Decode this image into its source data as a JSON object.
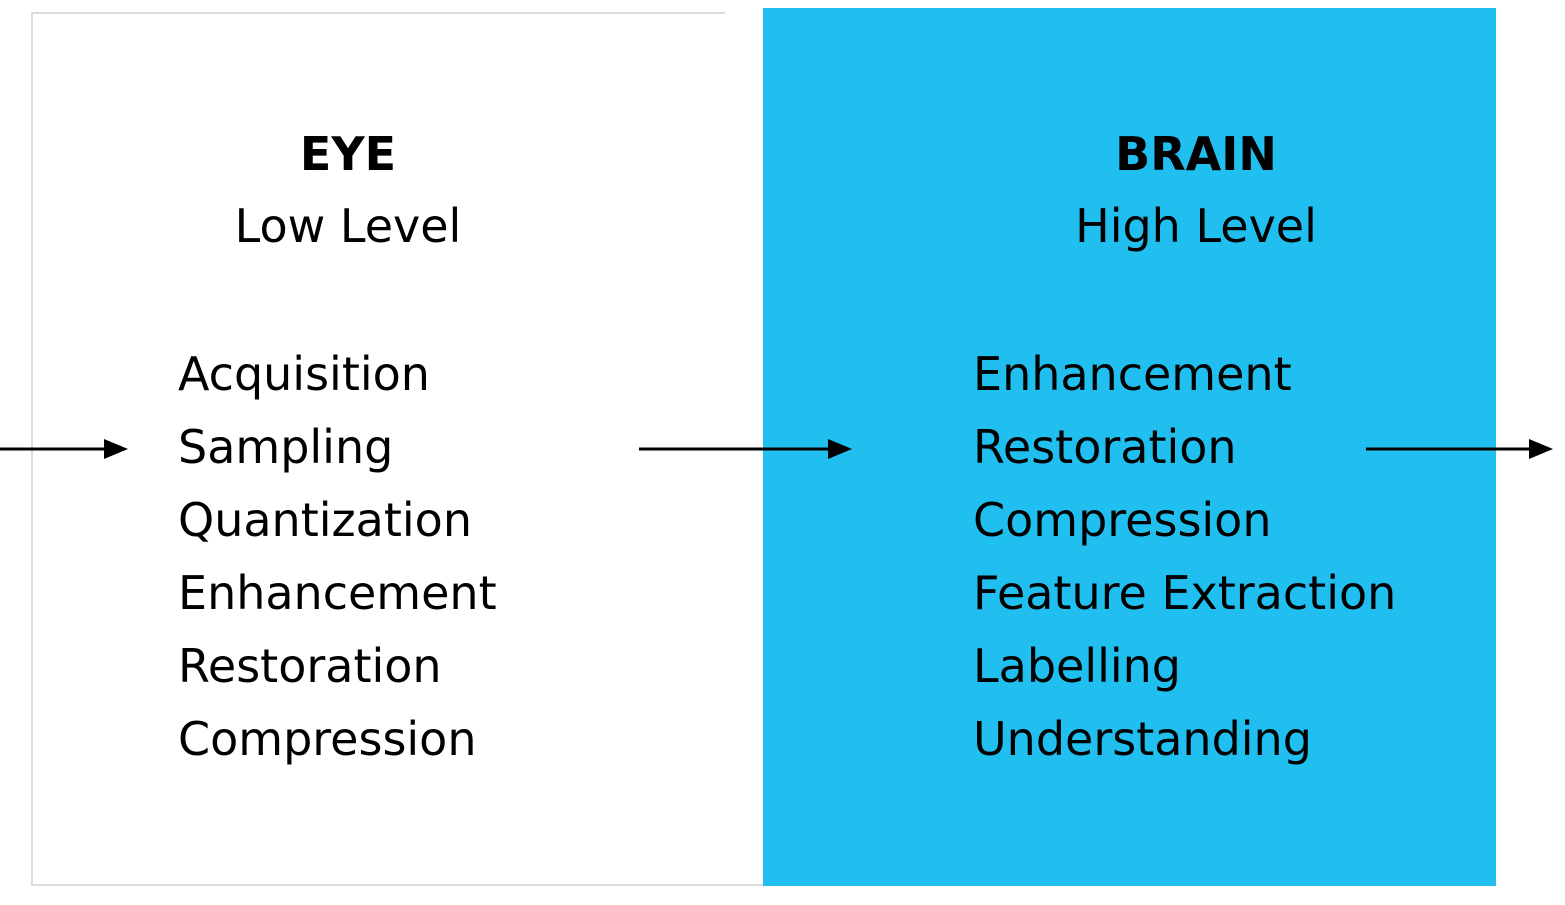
{
  "eye": {
    "title": "EYE",
    "subtitle": "Low Level",
    "stages": [
      "Acquisition",
      "Sampling",
      "Quantization",
      "Enhancement",
      "Restoration",
      "Compression"
    ]
  },
  "brain": {
    "title": "BRAIN",
    "subtitle": "High Level",
    "accent_color": "#21bfef",
    "stages": [
      "Enhancement",
      "Restoration",
      "Compression",
      "Feature Extraction",
      "Labelling",
      "Understanding"
    ]
  },
  "arrows": [
    {
      "from": "input",
      "to": "eye",
      "icon": "arrow-right-icon"
    },
    {
      "from": "eye",
      "to": "brain",
      "icon": "arrow-right-icon"
    },
    {
      "from": "brain",
      "to": "output",
      "icon": "arrow-right-icon"
    }
  ]
}
